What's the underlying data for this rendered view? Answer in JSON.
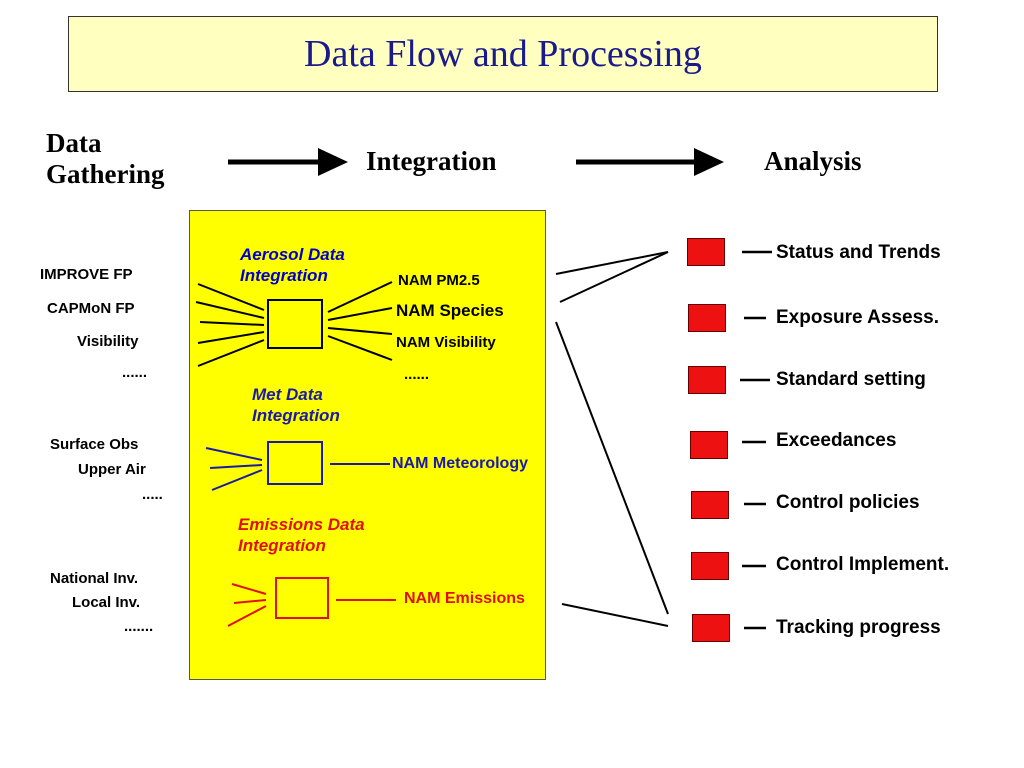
{
  "title": "Data Flow and Processing",
  "stages": {
    "gathering_line1": "Data",
    "gathering_line2": "Gathering",
    "integration": "Integration",
    "analysis": "Analysis"
  },
  "colors": {
    "aerosol": "#0000cc",
    "met": "#1a1aa8",
    "emissions": "#e01010",
    "panel": "#ffff00",
    "title_bg": "#ffffc0",
    "title_text": "#1a1a8c",
    "analysis_box": "#ee1111"
  },
  "aerosol": {
    "sources": [
      "IMPROVE FP",
      "CAPMoN FP",
      "Visibility",
      "......"
    ],
    "heading_line1": "Aerosol Data",
    "heading_line2": "Integration",
    "outputs": [
      "NAM PM2.5",
      "NAM Species",
      "NAM Visibility",
      "......"
    ]
  },
  "met": {
    "sources": [
      "Surface Obs",
      "Upper Air",
      "....."
    ],
    "heading_line1": "Met Data",
    "heading_line2": "Integration",
    "output": "NAM Meteorology"
  },
  "emissions": {
    "sources": [
      "National Inv.",
      "Local Inv.",
      "......."
    ],
    "heading_line1": "Emissions Data",
    "heading_line2": "Integration",
    "output": "NAM Emissions"
  },
  "analysis_items": [
    "Status and Trends",
    "Exposure Assess.",
    "Standard setting",
    "Exceedances",
    "Control policies",
    "Control Implement.",
    "Tracking progress"
  ]
}
